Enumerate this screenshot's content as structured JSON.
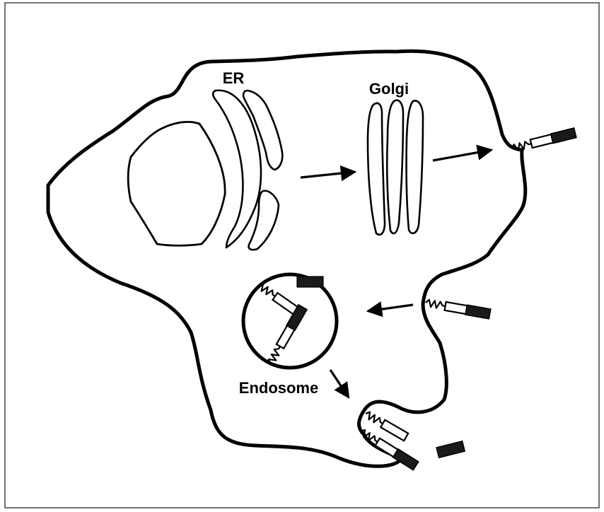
{
  "labels": {
    "er": "ER",
    "golgi": "Golgi",
    "endosome": "Endosome"
  },
  "colors": {
    "stroke": "#000000",
    "background": "#ffffff",
    "frame": "#444444",
    "dark_segment": "#1a1a1a"
  }
}
